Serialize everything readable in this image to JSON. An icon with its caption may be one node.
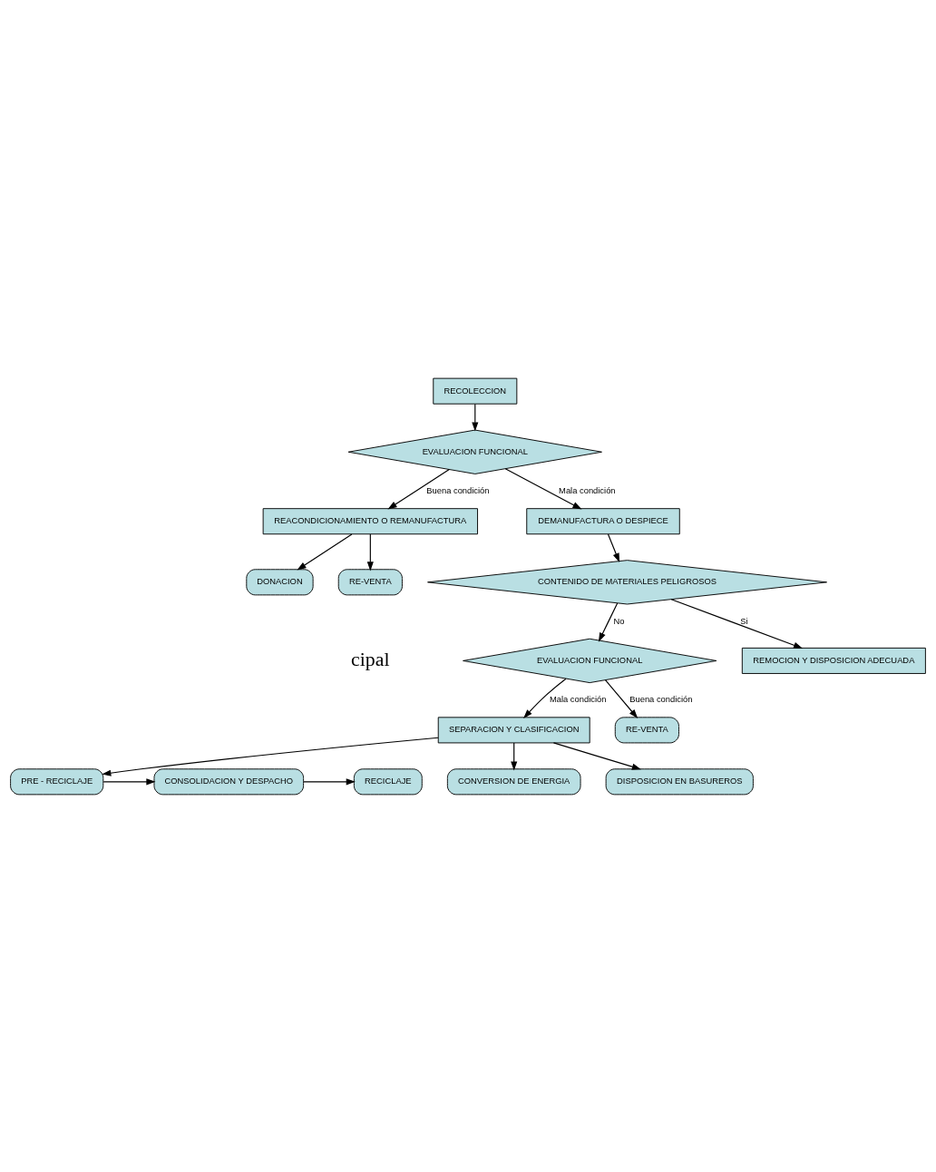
{
  "diagram": {
    "nodes": [
      {
        "text": [
          "RECOLECCION"
        ]
      },
      {
        "text": [
          "EVALUACION FUNCIONAL"
        ]
      },
      {
        "text": [
          "REACONDICIONAMIENTO O REMANUFACTURA"
        ]
      },
      {
        "text": [
          "DEMANUFACTURA O DESPIECE"
        ]
      },
      {
        "text": [
          "DONACION"
        ]
      },
      {
        "text": [
          "RE-VENTA"
        ]
      },
      {
        "text": [
          "CONTENIDO DE MATERIALES PELIGROSOS"
        ]
      },
      {
        "text": [
          "EVALUACION FUNCIONAL"
        ]
      },
      {
        "text": [
          "REMOCION Y DISPOSICION ADECUADA"
        ]
      },
      {
        "text": [
          "SEPARACION Y CLASIFICACION"
        ]
      },
      {
        "text": [
          "RE-VENTA"
        ]
      },
      {
        "text": [
          "PRE - RECICLAJE"
        ]
      },
      {
        "text": [
          "CONSOLIDACION Y DESPACHO"
        ]
      },
      {
        "text": [
          "RECICLAJE"
        ]
      },
      {
        "text": [
          "CONVERSION DE ENERGIA"
        ]
      },
      {
        "text": [
          "DISPOSICION EN BASUREROS"
        ]
      }
    ],
    "edges": [
      {
        "from": 0,
        "to": 1,
        "arrow": "to"
      },
      {
        "from": 1,
        "to": 2,
        "arrow": "to",
        "label": "Buena condición"
      },
      {
        "from": 1,
        "to": 3,
        "arrow": "to",
        "label": "Mala condición"
      },
      {
        "from": 2,
        "to": 4,
        "arrow": "to"
      },
      {
        "from": 2,
        "to": 5,
        "arrow": "to"
      },
      {
        "from": 3,
        "to": 6,
        "arrow": "to"
      },
      {
        "from": 6,
        "to": 7,
        "arrow": "to",
        "label": "No"
      },
      {
        "from": 6,
        "to": 8,
        "arrow": "to",
        "label": "Si"
      },
      {
        "from": 7,
        "to": 9,
        "arrow": "to",
        "label": "Mala condición"
      },
      {
        "from": 7,
        "to": 10,
        "arrow": "to",
        "label": "Buena condición"
      },
      {
        "from": 9,
        "to": 11,
        "arrow": "to"
      },
      {
        "from": 11,
        "to": 12,
        "arrow": "to"
      },
      {
        "from": 12,
        "to": 13,
        "arrow": "to"
      },
      {
        "from": 9,
        "to": 14,
        "arrow": "to"
      },
      {
        "from": 9,
        "to": 15,
        "arrow": "to"
      }
    ],
    "labels": [
      "cipal"
    ]
  }
}
